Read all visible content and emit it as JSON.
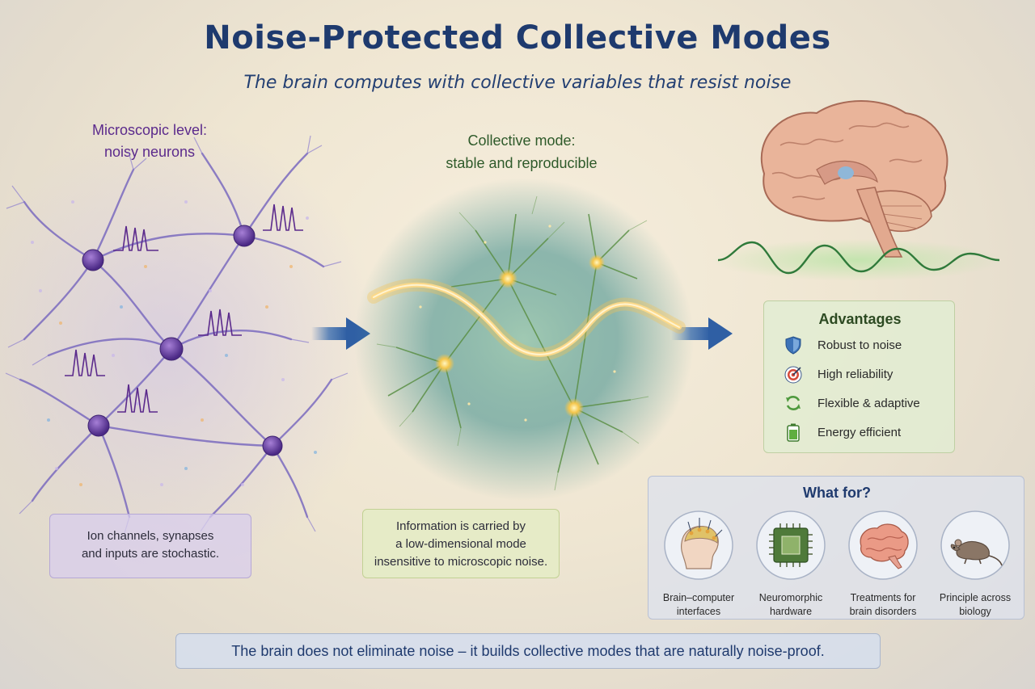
{
  "header": {
    "title": "Noise-Protected Collective Modes",
    "subtitle": "The brain computes with collective variables that resist noise"
  },
  "microscopic": {
    "heading_line1": "Microscopic level:",
    "heading_line2": "noisy neurons",
    "note_line1": "Ion channels, synapses",
    "note_line2": "and inputs are stochastic."
  },
  "collective": {
    "heading_line1": "Collective mode:",
    "heading_line2": "stable and reproducible",
    "note_line1": "Information is carried by",
    "note_line2": "a low-dimensional mode",
    "note_line3": "insensitive to microscopic noise."
  },
  "advantages": {
    "title": "Advantages",
    "items": [
      {
        "label": "Robust to noise",
        "icon": "shield-icon"
      },
      {
        "label": "High reliability",
        "icon": "target-icon"
      },
      {
        "label": "Flexible & adaptive",
        "icon": "cycle-arrows-icon"
      },
      {
        "label": "Energy efficient",
        "icon": "battery-icon"
      }
    ]
  },
  "what_for": {
    "title": "What for?",
    "items": [
      {
        "line1": "Brain–computer",
        "line2": "interfaces",
        "icon": "head-electrodes-icon"
      },
      {
        "line1": "Neuromorphic",
        "line2": "hardware",
        "icon": "chip-icon"
      },
      {
        "line1": "Treatments for",
        "line2": "brain disorders",
        "icon": "brain-icon"
      },
      {
        "line1": "Principle across",
        "line2": "biology",
        "icon": "rat-icon"
      }
    ]
  },
  "footer": {
    "text": "The brain does not eliminate noise – it builds collective modes that are naturally noise-proof."
  },
  "colors": {
    "title": "#1e3a6e",
    "micro_accent": "#5b2a8c",
    "collective_accent": "#2e5a2a",
    "arrow": "#3d6fb0",
    "mode_glow": "#f3b64a",
    "brain_wave": "#2f7a3a"
  }
}
